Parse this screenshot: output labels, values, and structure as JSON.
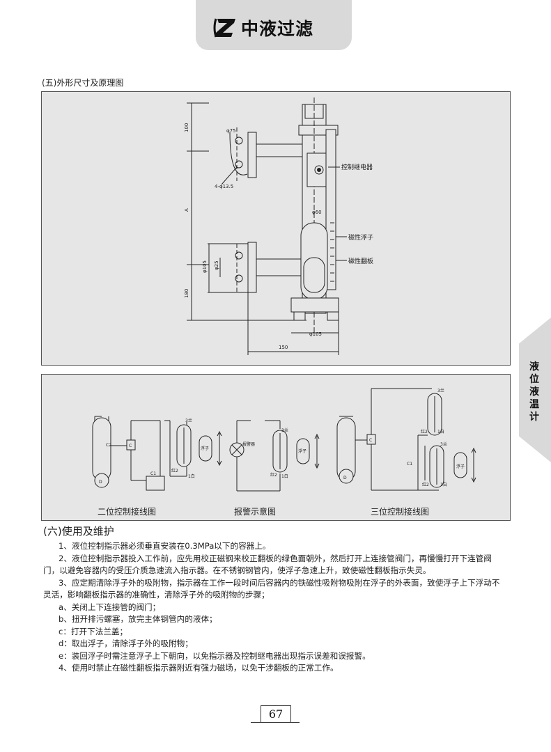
{
  "header": {
    "brand_name": "中液过滤",
    "logo_letter": "Z"
  },
  "side_tab": {
    "text": "液位液温计"
  },
  "section5": {
    "heading": "(五)外形尺寸及原理图",
    "dimension_diagram": {
      "labels": {
        "dim_100": "100",
        "dim_a": "A",
        "dim_180": "180",
        "dim_phi75": "φ75",
        "dim_4phi135": "4-φ13.5",
        "dim_phi105_left": "φ105",
        "dim_phi25": "φ25",
        "dim_phi60": "φ60",
        "dim_phi105_bottom": "φ105",
        "dim_150": "150",
        "control_relay": "控制继电器",
        "magnetic_float": "磁性浮子",
        "magnetic_flap": "磁性翻板"
      }
    },
    "wiring_diagrams": {
      "captions": {
        "two_position": "二位控制接线图",
        "alarm": "报警示意图",
        "three_position": "三位控制接线图"
      },
      "labels": {
        "float": "浮子",
        "alarm_device": "报警器",
        "red": "红2",
        "white": "1白",
        "blue": "3兰",
        "c1": "C1",
        "c2": "C2",
        "c": "C",
        "d": "D"
      }
    }
  },
  "section6": {
    "heading": "(六)使用及维护",
    "paragraphs": [
      "1、液位控制指示器必须垂直安装在0.3MPa以下的容器上。",
      "2、液位控制指示器投入工作前，应先用校正磁钢来校正翻板的绿色面朝外，然后打开上连接管阀门，再慢慢打开下连管阀门，以避免容器内的受压介质急速流入指示器。在不锈钢钢管内，使浮子急速上升，致使磁性翻板指示失灵。",
      "3、应定期清除浮子外的吸附物，指示器在工作一段时间后容器内的铁磁性吸附物吸附在浮子的外表面，致使浮子上下浮动不灵活，影响翻板指示器的准确性，清除浮子外的吸附物的步骤；"
    ],
    "steps": [
      "a、关闭上下连接管的阀门；",
      "b、扭开排污螺塞，放完主体钢管内的液体；",
      "c：打开下法兰盖；",
      "d：取出浮子，清除浮子外的吸附物；",
      "e：装回浮子时需注意浮子上下朝向，以免指示器及控制继电器出现指示误差和误报警。"
    ],
    "final_paragraph": "4、使用时禁止在磁性翻板指示器附近有强力磁场，以免干涉翻板的正常工作。"
  },
  "footer": {
    "page_number": "67"
  }
}
